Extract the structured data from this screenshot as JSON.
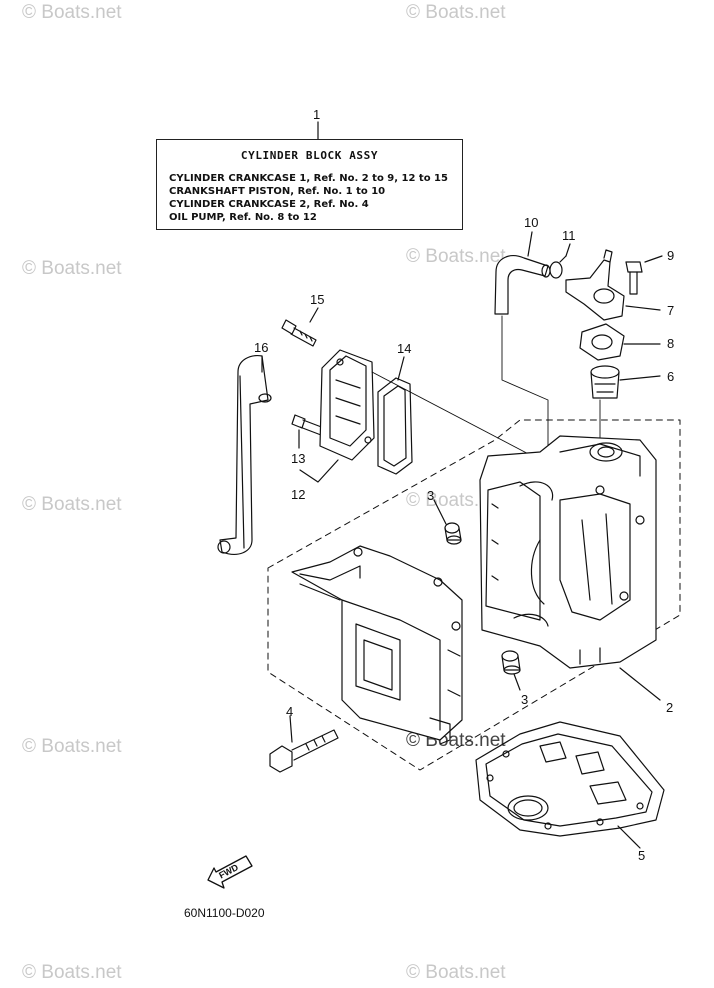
{
  "watermark": "© Boats.net",
  "box": {
    "title": "CYLINDER BLOCK ASSY",
    "lines": [
      "CYLINDER CRANKCASE 1,   Ref. No. 2 to 9,  12 to 15",
      "CRANKSHAFT PISTON,  Ref. No. 1 to 10",
      "CYLINDER CRANKCASE 2,  Ref. No. 4",
      "OIL PUMP,   Ref. No. 8 to 12"
    ]
  },
  "callouts": {
    "c1": "1",
    "c2": "2",
    "c3a": "3",
    "c3b": "3",
    "c4": "4",
    "c5": "5",
    "c6": "6",
    "c7": "7",
    "c8": "8",
    "c9": "9",
    "c10": "10",
    "c11": "11",
    "c12": "12",
    "c13": "13",
    "c14": "14",
    "c15": "15",
    "c16": "16"
  },
  "fwd_label": "FWD",
  "diagram_code": "60N1100-D020"
}
